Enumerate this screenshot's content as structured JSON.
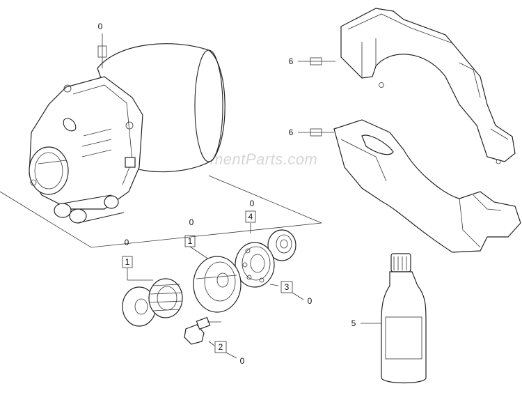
{
  "watermark": "eReplacementParts.com",
  "callouts": {
    "top_assembly": "0",
    "clamp_upper": "6",
    "clamp_lower": "6",
    "bearing_kit_top": "0",
    "bearing_kit_box": "4",
    "cover_top": "0",
    "cover_box": "1",
    "left_kit_top": "0",
    "left_kit_box": "1",
    "ball_bearing_box": "3",
    "ball_bearing_ref": "0",
    "bolt_box": "2",
    "bolt_ref": "0",
    "oil_bottle": "5"
  }
}
